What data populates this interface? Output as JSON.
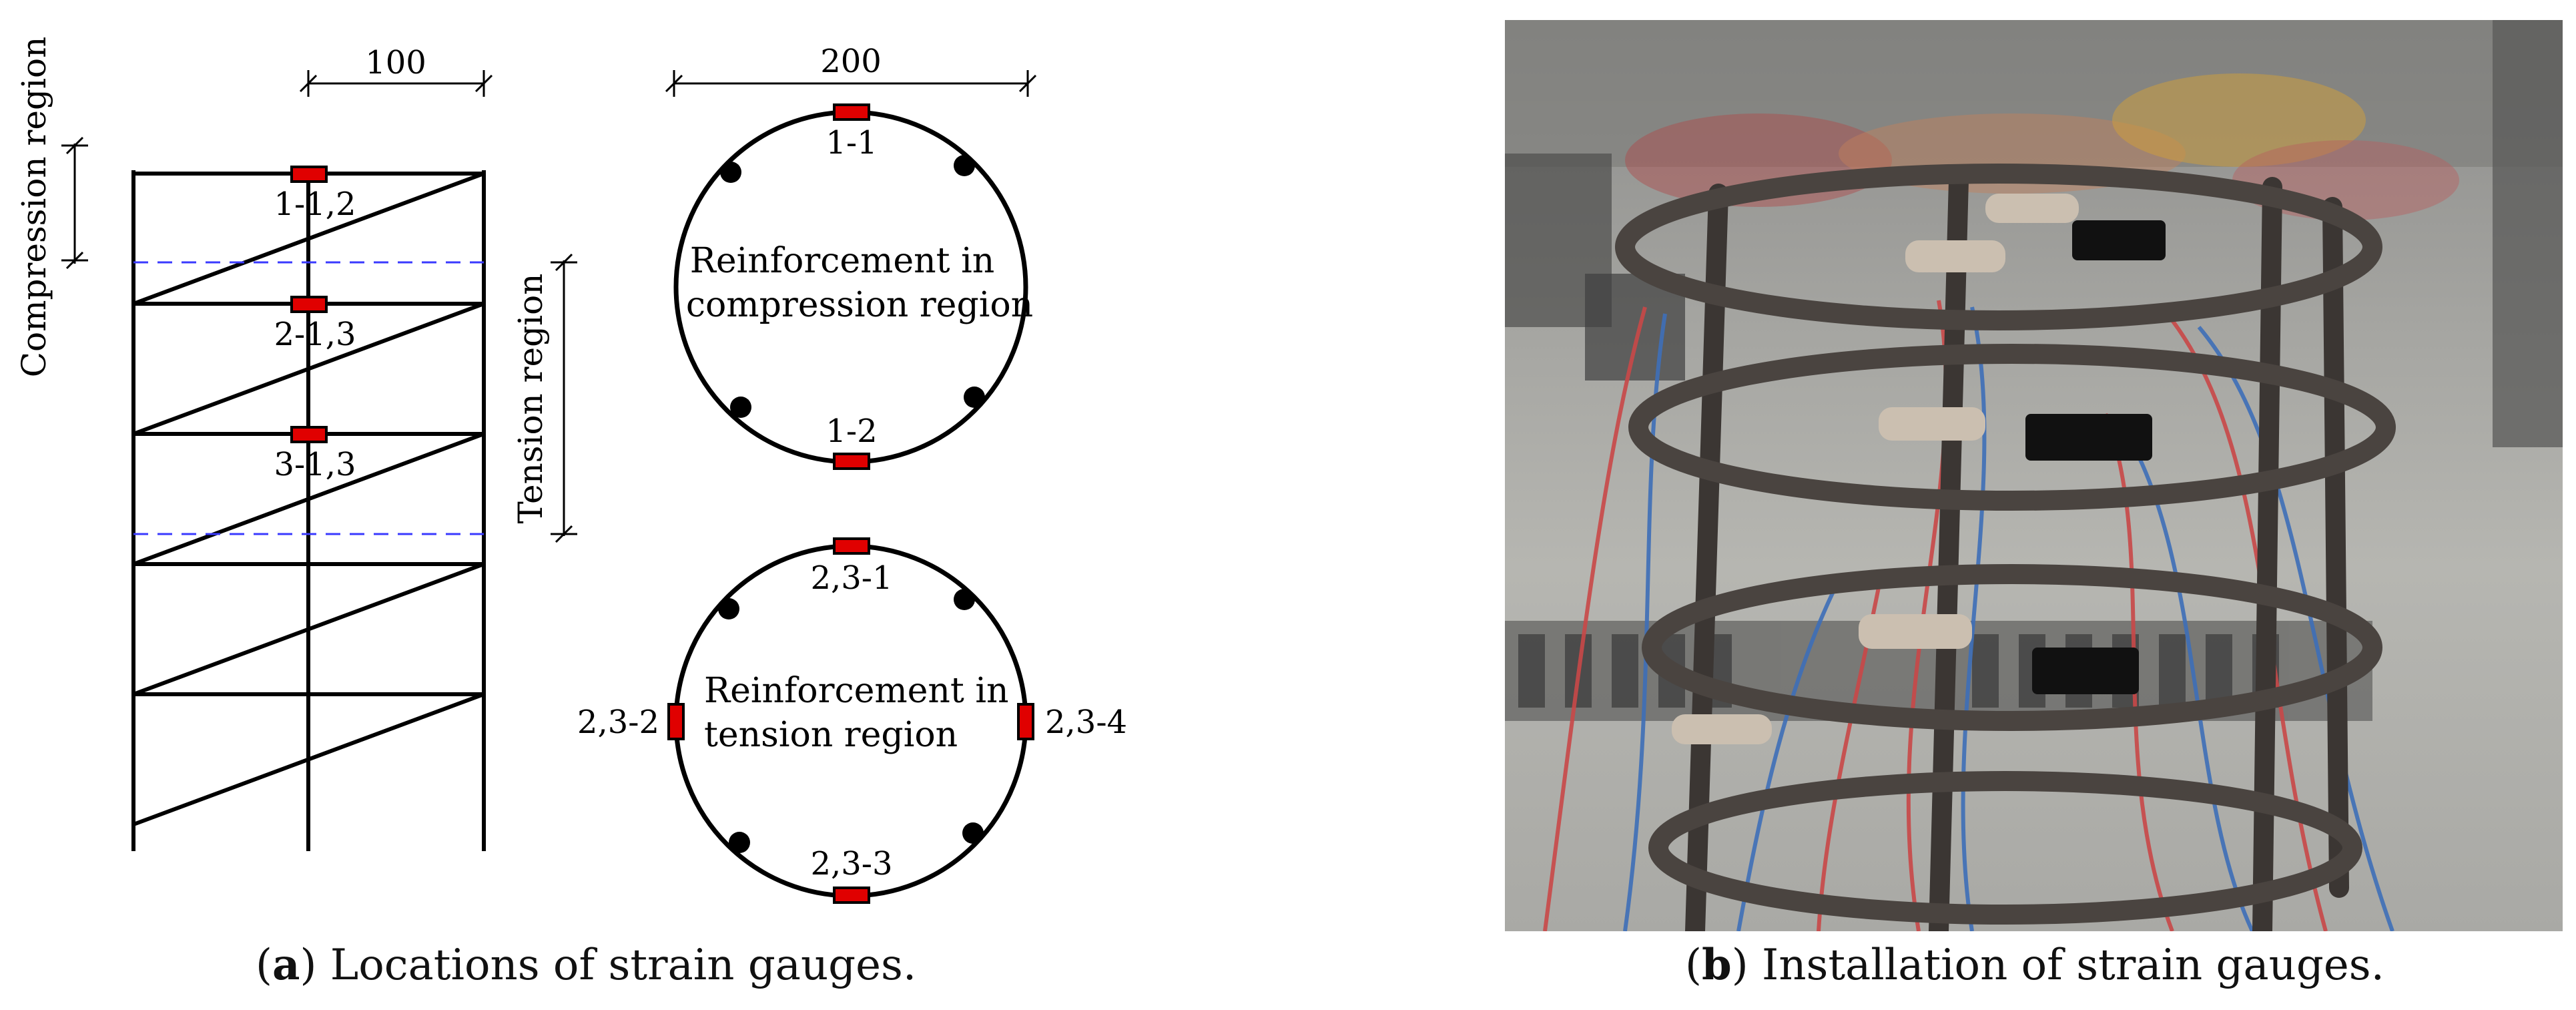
{
  "panel_a": {
    "top_dimension": "100",
    "circle_dimension": "200",
    "compression_label": "Compression region",
    "tension_label": "Tension region",
    "cage_gauges": [
      "1-1,2",
      "2-1,3",
      "3-1,3"
    ],
    "compression_section": {
      "title_line1": "Reinforcement in",
      "title_line2": "compression region",
      "gauge_top": "1-1",
      "gauge_bottom": "1-2"
    },
    "tension_section": {
      "title_line1": "Reinforcement in",
      "title_line2": "tension region",
      "gauge_top": "2,3-1",
      "gauge_left": "2,3-2",
      "gauge_bottom": "2,3-3",
      "gauge_right": "2,3-4"
    },
    "caption_letter": "a",
    "caption_text": " Locations of strain gauges."
  },
  "panel_b": {
    "caption_letter": "b",
    "caption_text": " Installation of strain gauges."
  },
  "colors": {
    "gauge": "#e00000",
    "dashed": "#3a3aff",
    "line": "#000000"
  }
}
